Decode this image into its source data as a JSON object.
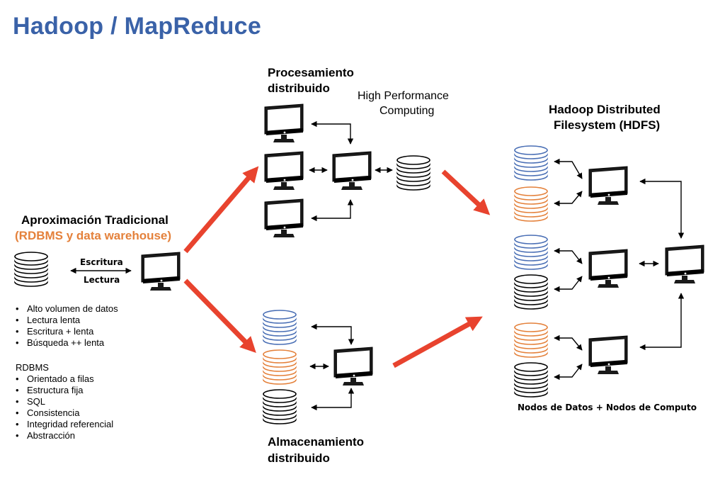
{
  "title": "Hadoop / MapReduce",
  "traditional": {
    "heading": "Aproximación Tradicional",
    "subheading": "(RDBMS y data warehouse)",
    "write_label": "Escritura",
    "read_label": "Lectura",
    "bullets": [
      "Alto volumen de datos",
      "Lectura lenta",
      "Escritura + lenta",
      "Búsqueda ++ lenta"
    ],
    "rdbms_heading": "RDBMS",
    "rdbms_bullets": [
      "Orientado a filas",
      "Estructura fija",
      "SQL",
      "Consistencia",
      "Integridad referencial",
      "Abstracción"
    ]
  },
  "processing": {
    "heading_line1": "Procesamiento",
    "heading_line2": "distribuido",
    "hpc_line1": "High Performance",
    "hpc_line2": "Computing"
  },
  "storage": {
    "heading_line1": "Almacenamiento",
    "heading_line2": "distribuido"
  },
  "hdfs": {
    "heading_line1": "Hadoop Distributed",
    "heading_line2": "Filesystem (HDFS)",
    "footer": "Nodos de Datos + Nodos de Computo"
  },
  "colors": {
    "title": "#3a62a8",
    "accent_orange": "#e4813b",
    "arrow_red": "#e8432e",
    "db_blue": "#4a6fb5",
    "db_orange": "#e4813b",
    "db_black": "#000000"
  },
  "icons": [
    "monitor-icon",
    "database-icon",
    "double-arrow-icon",
    "big-arrow-icon"
  ]
}
